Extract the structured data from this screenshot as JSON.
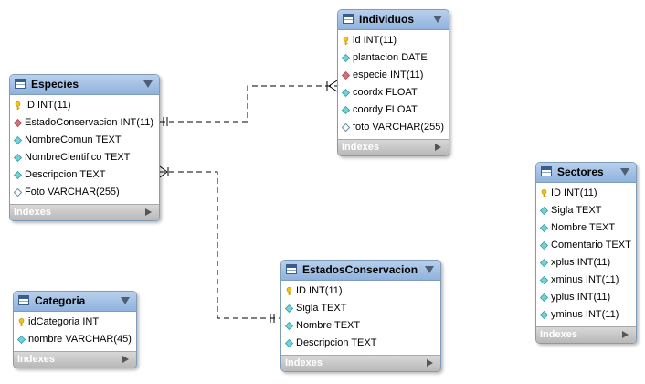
{
  "tables": {
    "especies": {
      "name": "Especies",
      "columns": [
        {
          "text": "ID INT(11)",
          "icon": "primary-key-icon"
        },
        {
          "text": "EstadoConservacion INT(11)",
          "icon": "foreign-key-diamond-icon"
        },
        {
          "text": "NombreComun TEXT",
          "icon": "column-diamond-icon"
        },
        {
          "text": "NombreCientifico TEXT",
          "icon": "column-diamond-icon"
        },
        {
          "text": "Descripcion TEXT",
          "icon": "column-diamond-icon"
        },
        {
          "text": "Foto VARCHAR(255)",
          "icon": "nullable-diamond-icon"
        }
      ],
      "footer": "Indexes"
    },
    "individuos": {
      "name": "Individuos",
      "columns": [
        {
          "text": "id INT(11)",
          "icon": "primary-key-icon"
        },
        {
          "text": "plantacion DATE",
          "icon": "column-diamond-icon"
        },
        {
          "text": "especie INT(11)",
          "icon": "foreign-key-diamond-icon"
        },
        {
          "text": "coordx FLOAT",
          "icon": "column-diamond-icon"
        },
        {
          "text": "coordy FLOAT",
          "icon": "column-diamond-icon"
        },
        {
          "text": "foto VARCHAR(255)",
          "icon": "nullable-diamond-icon"
        }
      ],
      "footer": "Indexes"
    },
    "sectores": {
      "name": "Sectores",
      "columns": [
        {
          "text": "ID INT(11)",
          "icon": "primary-key-icon"
        },
        {
          "text": "Sigla TEXT",
          "icon": "column-diamond-icon"
        },
        {
          "text": "Nombre TEXT",
          "icon": "column-diamond-icon"
        },
        {
          "text": "Comentario TEXT",
          "icon": "column-diamond-icon"
        },
        {
          "text": "xplus INT(11)",
          "icon": "column-diamond-icon"
        },
        {
          "text": "xminus INT(11)",
          "icon": "column-diamond-icon"
        },
        {
          "text": "yplus INT(11)",
          "icon": "column-diamond-icon"
        },
        {
          "text": "yminus INT(11)",
          "icon": "column-diamond-icon"
        }
      ],
      "footer": "Indexes"
    },
    "categoria": {
      "name": "Categoria",
      "columns": [
        {
          "text": "idCategoria INT",
          "icon": "primary-key-icon"
        },
        {
          "text": "nombre VARCHAR(45)",
          "icon": "column-diamond-icon"
        }
      ],
      "footer": "Indexes"
    },
    "estados": {
      "name": "EstadosConservacion",
      "columns": [
        {
          "text": "ID INT(11)",
          "icon": "primary-key-icon"
        },
        {
          "text": "Sigla TEXT",
          "icon": "column-diamond-icon"
        },
        {
          "text": "Nombre TEXT",
          "icon": "column-diamond-icon"
        },
        {
          "text": "Descripcion TEXT",
          "icon": "column-diamond-icon"
        }
      ],
      "footer": "Indexes"
    }
  },
  "relationships": [
    {
      "from": "Especies",
      "to": "Individuos",
      "kind": "one-to-many"
    },
    {
      "from": "EstadosConservacion",
      "to": "Especies",
      "kind": "one-to-many"
    }
  ]
}
